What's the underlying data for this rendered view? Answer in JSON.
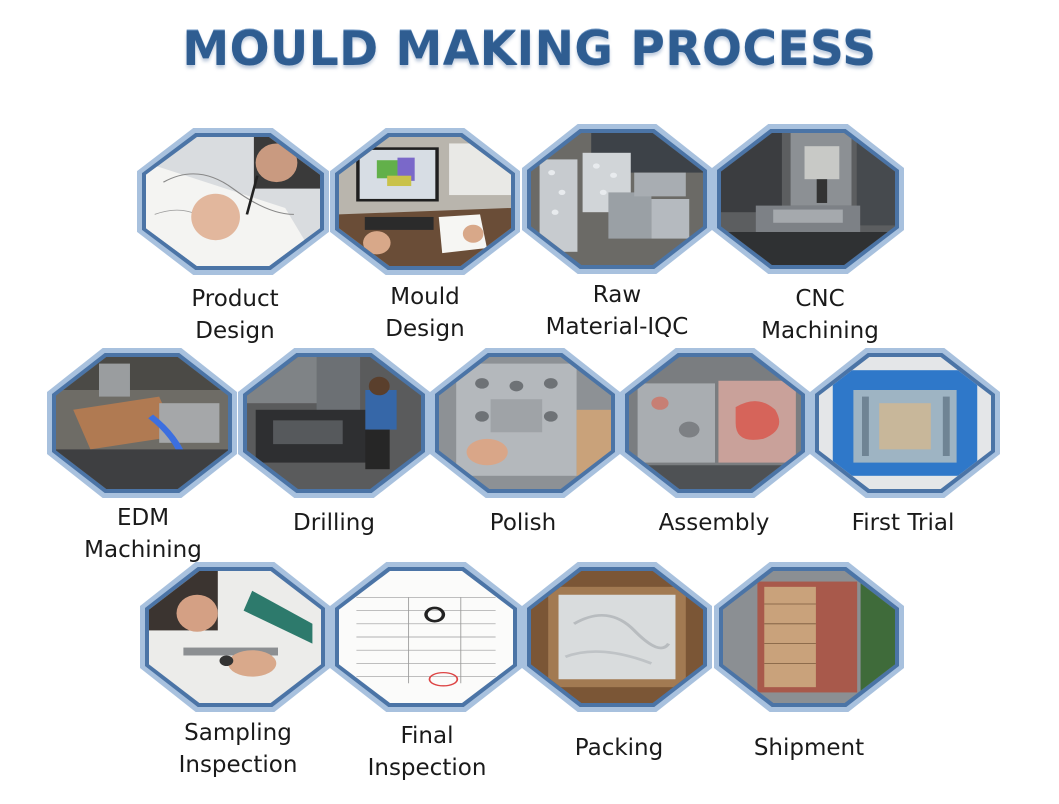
{
  "title": "MOULD MAKING PROCESS",
  "steps": [
    {
      "label1": "Product",
      "label2": "Design",
      "icon": "pen-drawing-photo"
    },
    {
      "label1": "Mould",
      "label2": "Design",
      "icon": "computer-cad-photo"
    },
    {
      "label1": "Raw",
      "label2": "Material-IQC",
      "icon": "steel-blocks-photo"
    },
    {
      "label1": "CNC",
      "label2": "Machining",
      "icon": "cnc-machine-photo"
    },
    {
      "label1": "EDM",
      "label2": "Machining",
      "icon": "edm-machine-photo"
    },
    {
      "label1": "Drilling",
      "label2": "",
      "icon": "drilling-photo"
    },
    {
      "label1": "Polish",
      "label2": "",
      "icon": "polish-photo"
    },
    {
      "label1": "Assembly",
      "label2": "",
      "icon": "assembly-photo"
    },
    {
      "label1": "First Trial",
      "label2": "",
      "icon": "injection-machine-photo"
    },
    {
      "label1": "Sampling",
      "label2": "Inspection",
      "icon": "caliper-photo"
    },
    {
      "label1": "Final",
      "label2": "Inspection",
      "icon": "inspection-report-photo"
    },
    {
      "label1": "Packing",
      "label2": "",
      "icon": "wooden-crate-photo"
    },
    {
      "label1": "Shipment",
      "label2": "",
      "icon": "shipping-container-photo"
    }
  ],
  "colors": {
    "title": "#2f5d91",
    "frame_outer": "#a8c1de",
    "frame_inner": "#4b74a6"
  }
}
